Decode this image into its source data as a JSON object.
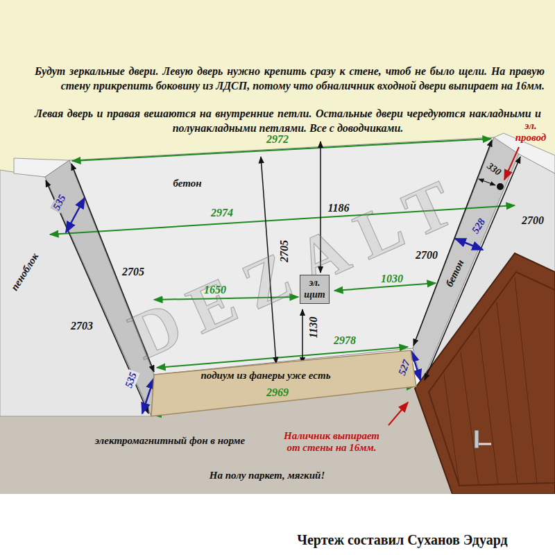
{
  "diagram": {
    "caption": "Чертеж составил Суханов Эдуард",
    "nodes": [
      {
        "text": [
          "подиум из фанеры уже есть"
        ]
      },
      {
        "text": [
          "эл. щит"
        ]
      }
    ],
    "labels": [
      "Будут зеркальные двери. Левую дверь нужно крепить сразу к стене, чтоб не было щели. На правую стену прикрепить боковину из ЛДСП, потому что обналичник входной двери выпирает на 16мм.",
      "Левая дверь и правая вешаются на внутренние петли. Остальные двери чередуются накладными и полунакладными петлями. Все с доводчиками.",
      "эл. провод",
      "2972",
      "330",
      "бетон",
      "1186",
      "2974",
      "535",
      "528",
      "2700",
      "пеноблок",
      "2705",
      "2705",
      "2700",
      "бетон",
      "1650",
      "1030",
      "2703",
      "1130",
      "2978",
      "535",
      "527",
      "2969",
      "электромагнитный фон в норме",
      "Наличник выпирает от стены на 16мм.",
      "На полу паркет, мягкий!",
      "DEZALT"
    ]
  }
}
